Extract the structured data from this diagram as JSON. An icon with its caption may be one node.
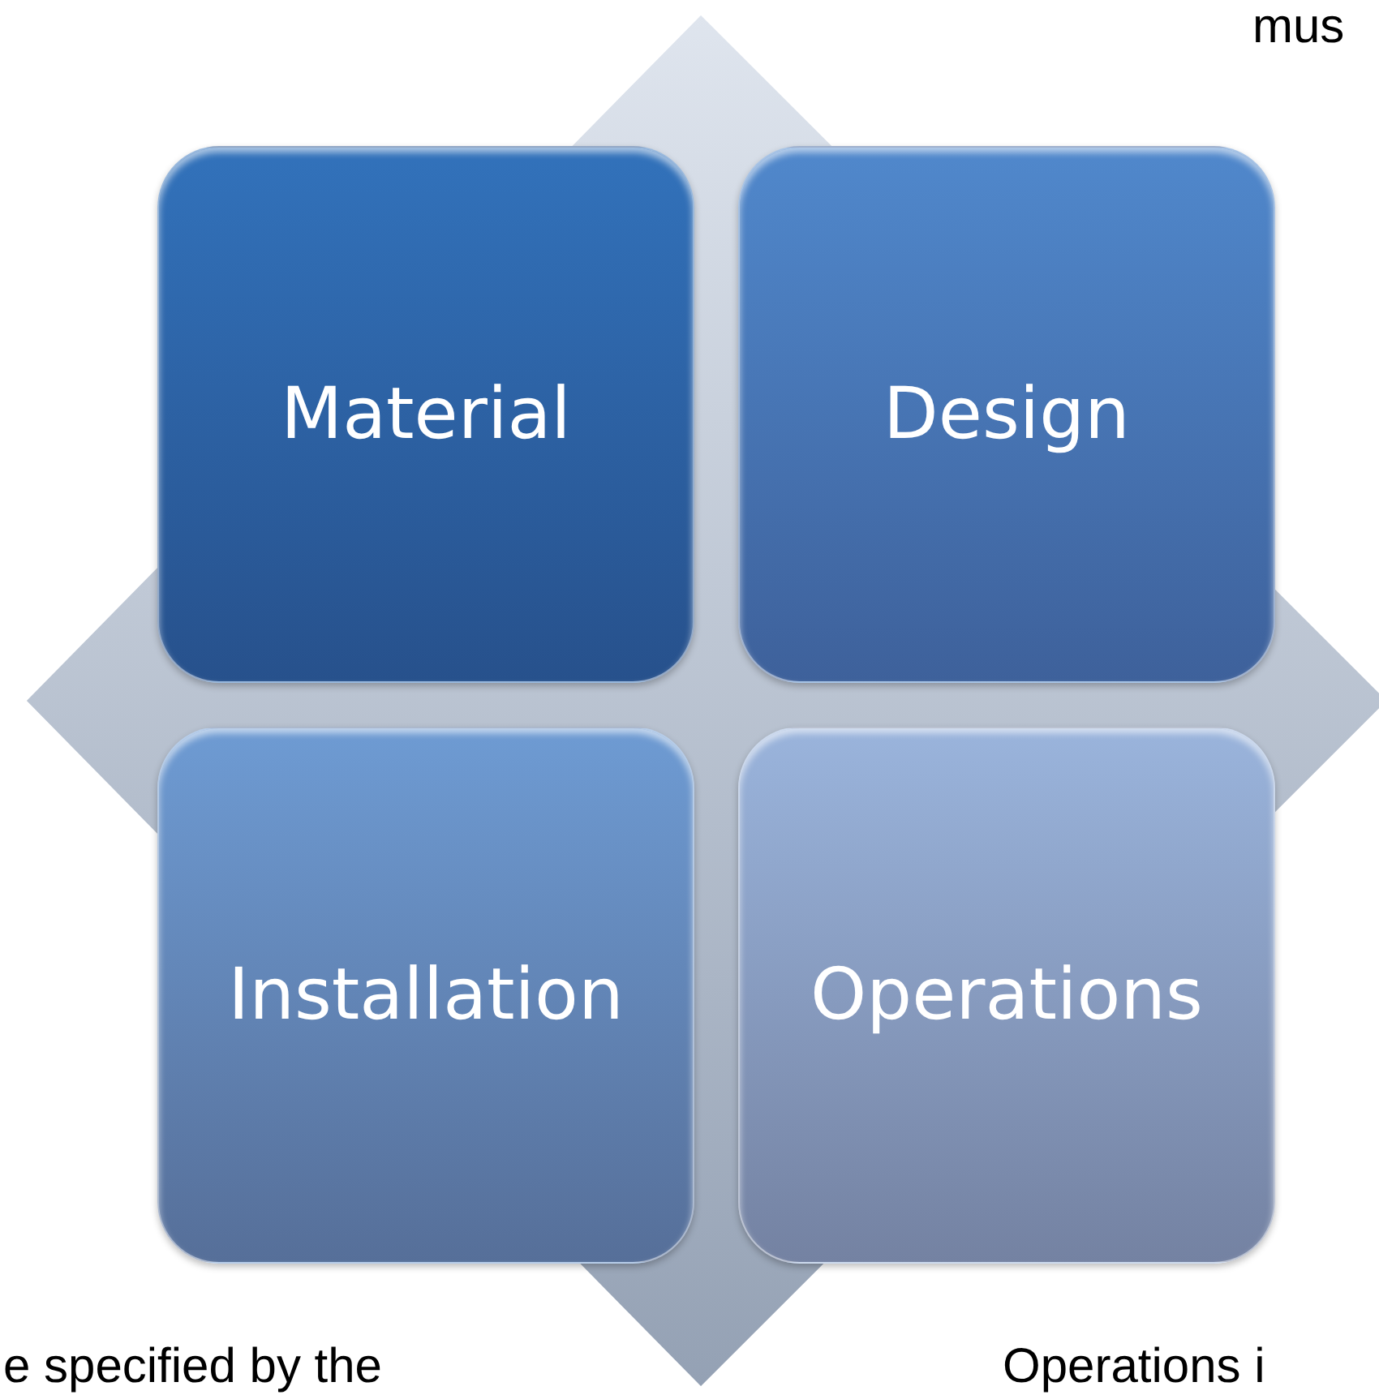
{
  "diagram": {
    "nodes": [
      {
        "text": [
          "Material"
        ]
      },
      {
        "text": [
          "Design"
        ]
      },
      {
        "text": [
          "Installation"
        ]
      },
      {
        "text": [
          "Operations"
        ]
      }
    ],
    "labels": [
      "mus",
      "e specified by the",
      "Operations i"
    ]
  }
}
